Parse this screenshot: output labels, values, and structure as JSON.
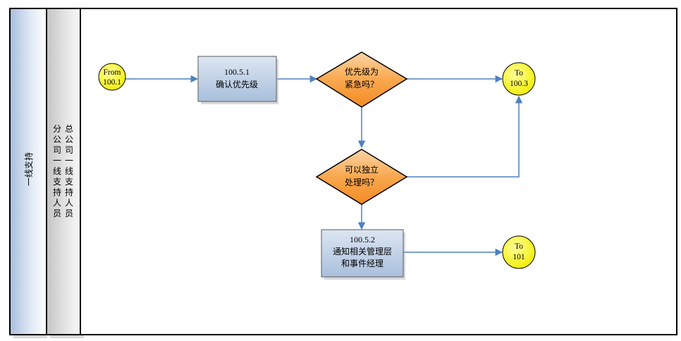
{
  "lanes": {
    "pool_title": "一线支持",
    "lane_label_col1": "总公司一线支持人员",
    "lane_label_col2": "分公司一线支持人员"
  },
  "connectors": {
    "from_100_1": {
      "line1": "From",
      "line2": "100.1"
    },
    "to_100_3": {
      "line1": "To",
      "line2": "100.3"
    },
    "to_101": {
      "line1": "To",
      "line2": "101"
    }
  },
  "processes": {
    "p_100_5_1": {
      "id": "100.5.1",
      "text": "确认优先级"
    },
    "p_100_5_2": {
      "id": "100.5.2",
      "line1": "通知相关管理层",
      "line2": "和事件经理"
    }
  },
  "decisions": {
    "urgent": {
      "line1": "优先级为",
      "line2": "紧急吗？"
    },
    "independent": {
      "line1": "可以独立",
      "line2": "处理吗？"
    }
  },
  "colors": {
    "pool_fill": "#b9cde5",
    "lane_label_fill": "#d4d4d4",
    "process_fill": "#b9cde5",
    "decision_fill": "#f79646",
    "connector_fill": "#ffff00",
    "arrow": "#4f81bd"
  }
}
